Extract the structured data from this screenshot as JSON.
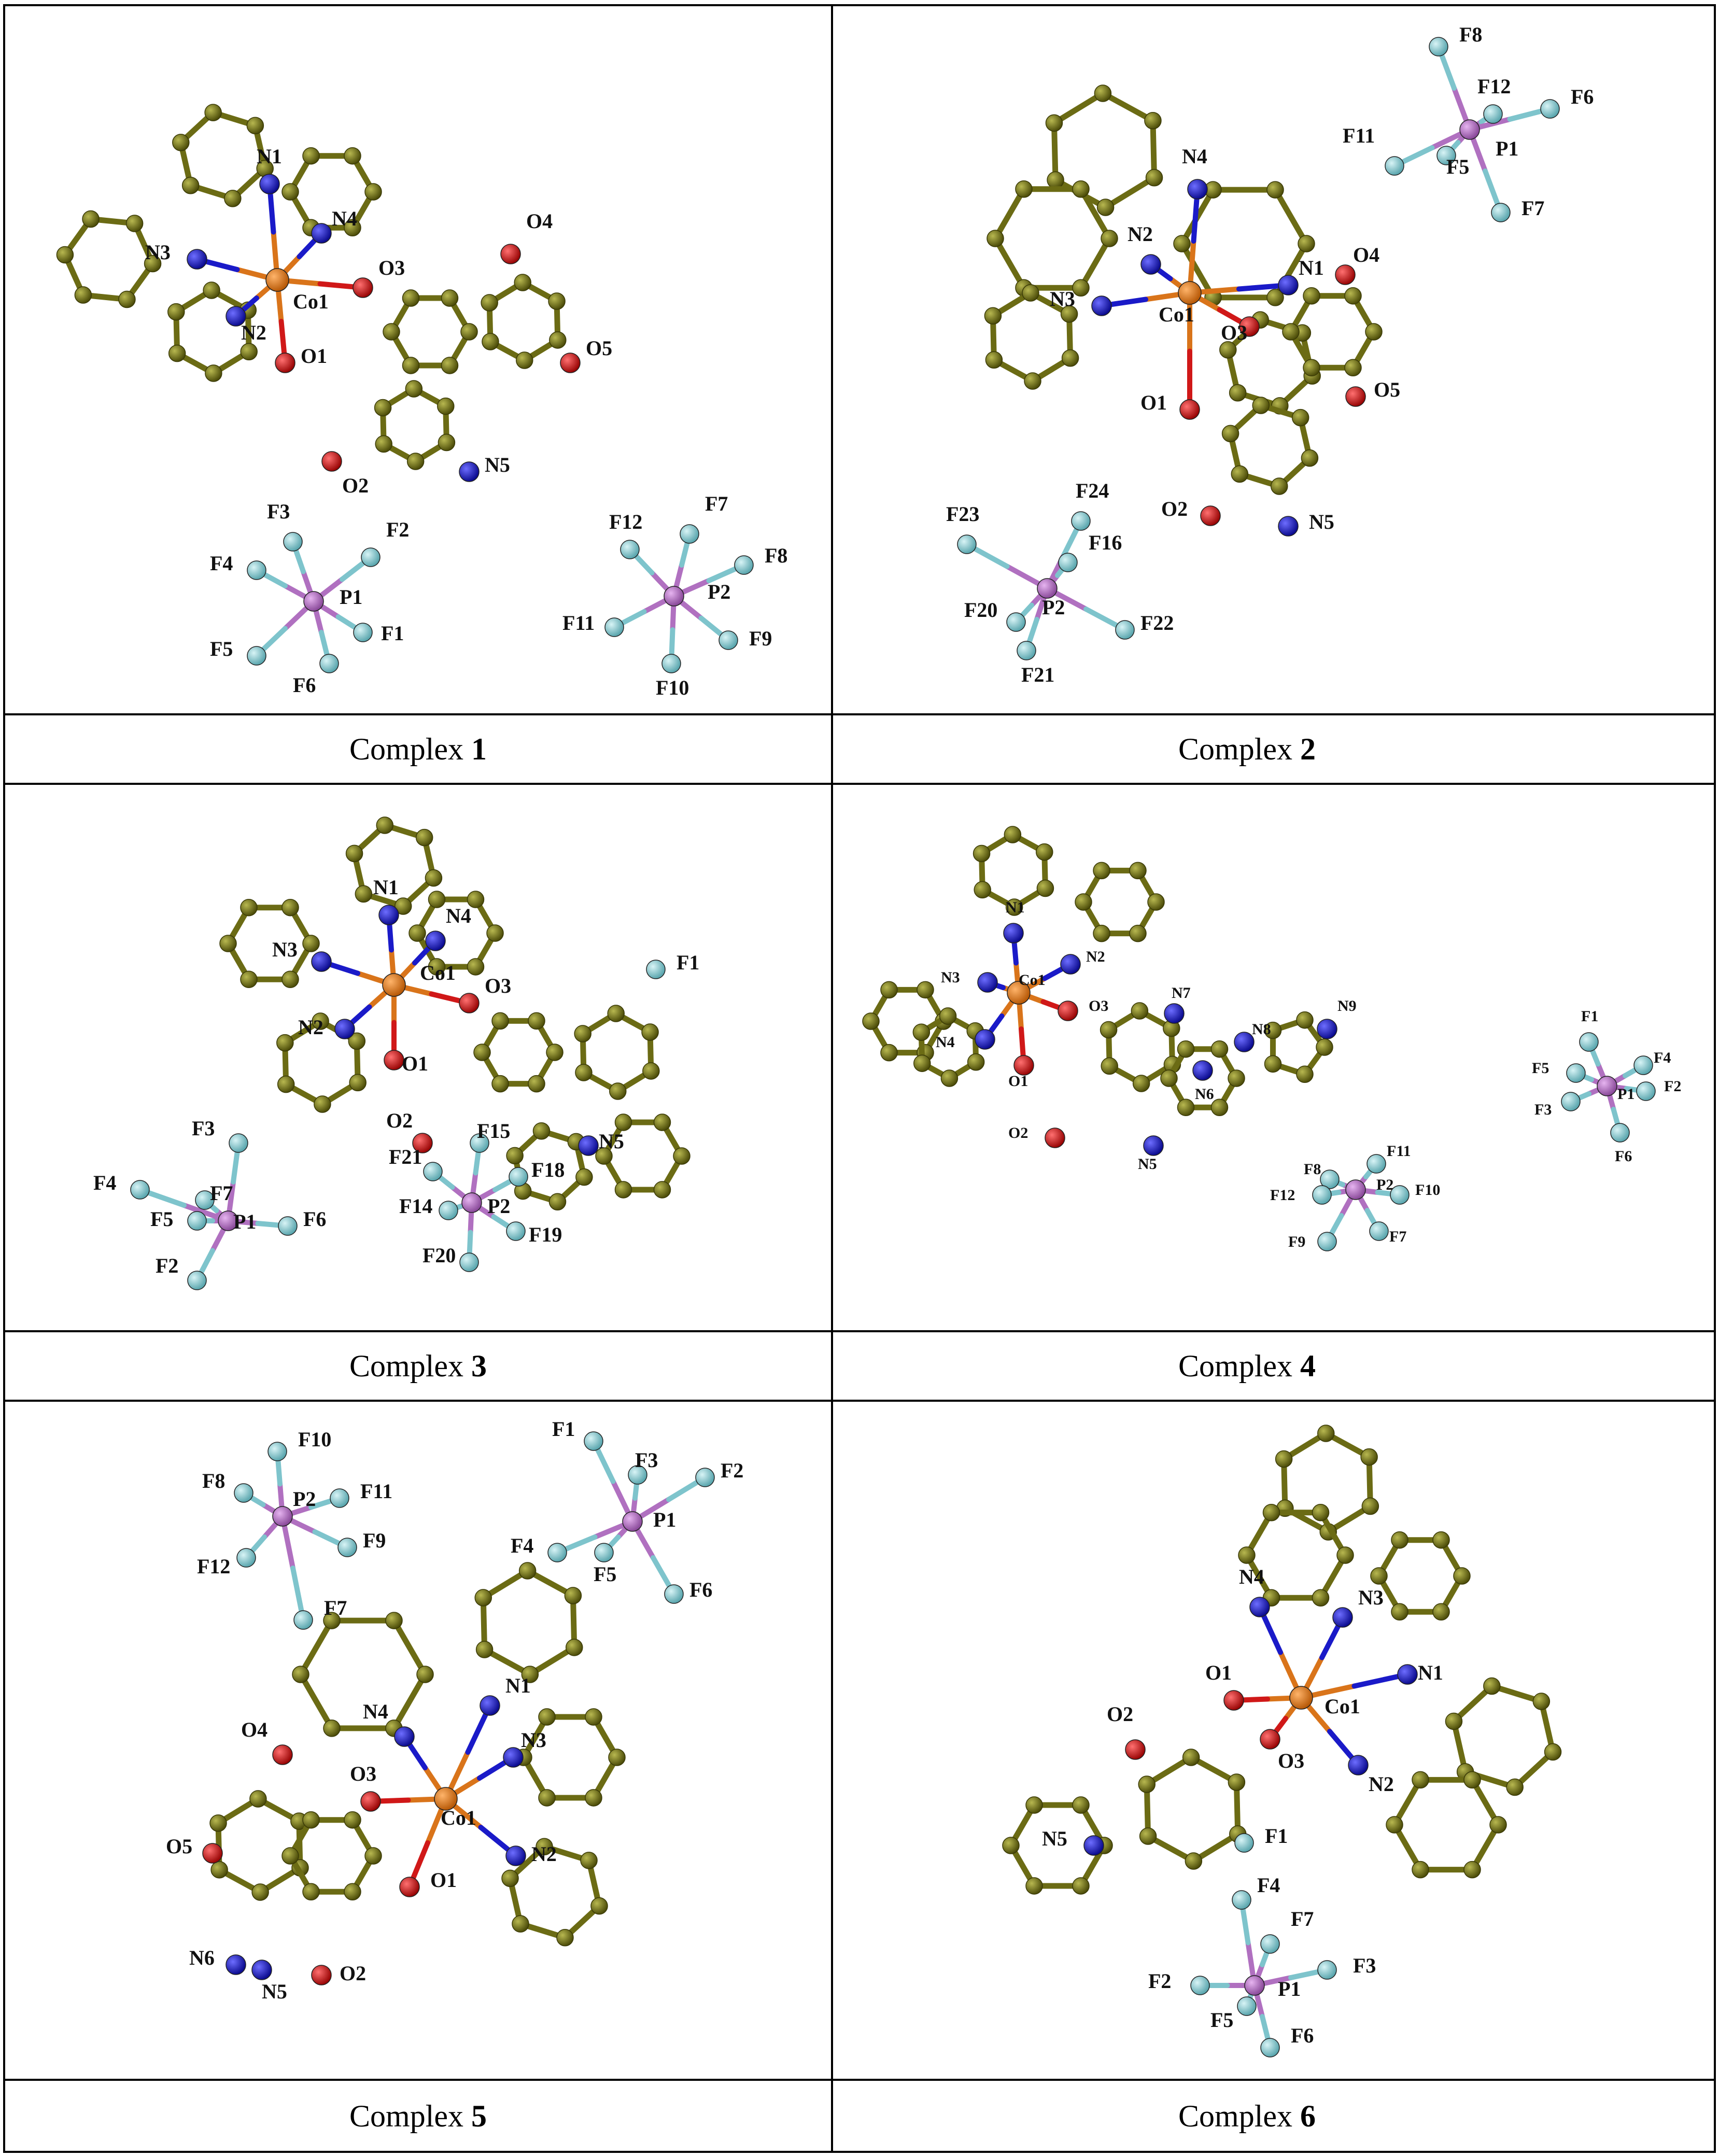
{
  "complexes": [
    {
      "caption_prefix": "Complex ",
      "caption_number": "1",
      "atom_labels": [
        "N1",
        "N4",
        "N3",
        "Co1",
        "O3",
        "O4",
        "O5",
        "N2",
        "O1",
        "O2",
        "N5",
        "F3",
        "F2",
        "F4",
        "P1",
        "F1",
        "F5",
        "F6",
        "F12",
        "F7",
        "F8",
        "P2",
        "F11",
        "F9",
        "F10"
      ]
    },
    {
      "caption_prefix": "Complex ",
      "caption_number": "2",
      "atom_labels": [
        "F8",
        "F12",
        "F6",
        "F11",
        "F5",
        "P1",
        "F7",
        "N4",
        "N2",
        "N1",
        "O4",
        "N3",
        "Co1",
        "O3",
        "O1",
        "O5",
        "O2",
        "N5",
        "F24",
        "F23",
        "F16",
        "F20",
        "P2",
        "F22",
        "F21"
      ]
    },
    {
      "caption_prefix": "Complex ",
      "caption_number": "3",
      "atom_labels": [
        "N1",
        "N4",
        "N3",
        "Co1",
        "O3",
        "F1",
        "N2",
        "O1",
        "F3",
        "O2",
        "F15",
        "N5",
        "F4",
        "F7",
        "F21",
        "F18",
        "F5",
        "P1",
        "F6",
        "F14",
        "P2",
        "F19",
        "F2",
        "F20"
      ]
    },
    {
      "caption_prefix": "Complex ",
      "caption_number": "4",
      "atom_labels": [
        "N1",
        "N2",
        "N3",
        "Co1",
        "O3",
        "N7",
        "N9",
        "N8",
        "N4",
        "O1",
        "N6",
        "O2",
        "N5",
        "F1",
        "F4",
        "F5",
        "P1",
        "F2",
        "F3",
        "F6",
        "F11",
        "F8",
        "P2",
        "F12",
        "F10",
        "F9",
        "F7"
      ]
    },
    {
      "caption_prefix": "Complex ",
      "caption_number": "5",
      "atom_labels": [
        "F10",
        "F1",
        "F3",
        "F2",
        "F8",
        "P2",
        "F11",
        "P1",
        "F4",
        "F9",
        "F5",
        "F6",
        "F12",
        "F7",
        "N1",
        "N4",
        "N3",
        "O4",
        "O3",
        "Co1",
        "N2",
        "O5",
        "O1",
        "N6",
        "N5",
        "O2"
      ]
    },
    {
      "caption_prefix": "Complex ",
      "caption_number": "6",
      "atom_labels": [
        "N4",
        "N3",
        "O1",
        "N1",
        "Co1",
        "O2",
        "O3",
        "N2",
        "N5",
        "F1",
        "F4",
        "F7",
        "F2",
        "P1",
        "F3",
        "F5",
        "F6"
      ]
    }
  ],
  "colors": {
    "carbon": "#6b6b14",
    "nitrogen": "#1a1ac8",
    "oxygen": "#d01818",
    "cobalt": "#d9741a",
    "phosphorus": "#b070c0",
    "fluorine": "#7ec4cc",
    "border": "#000000"
  }
}
